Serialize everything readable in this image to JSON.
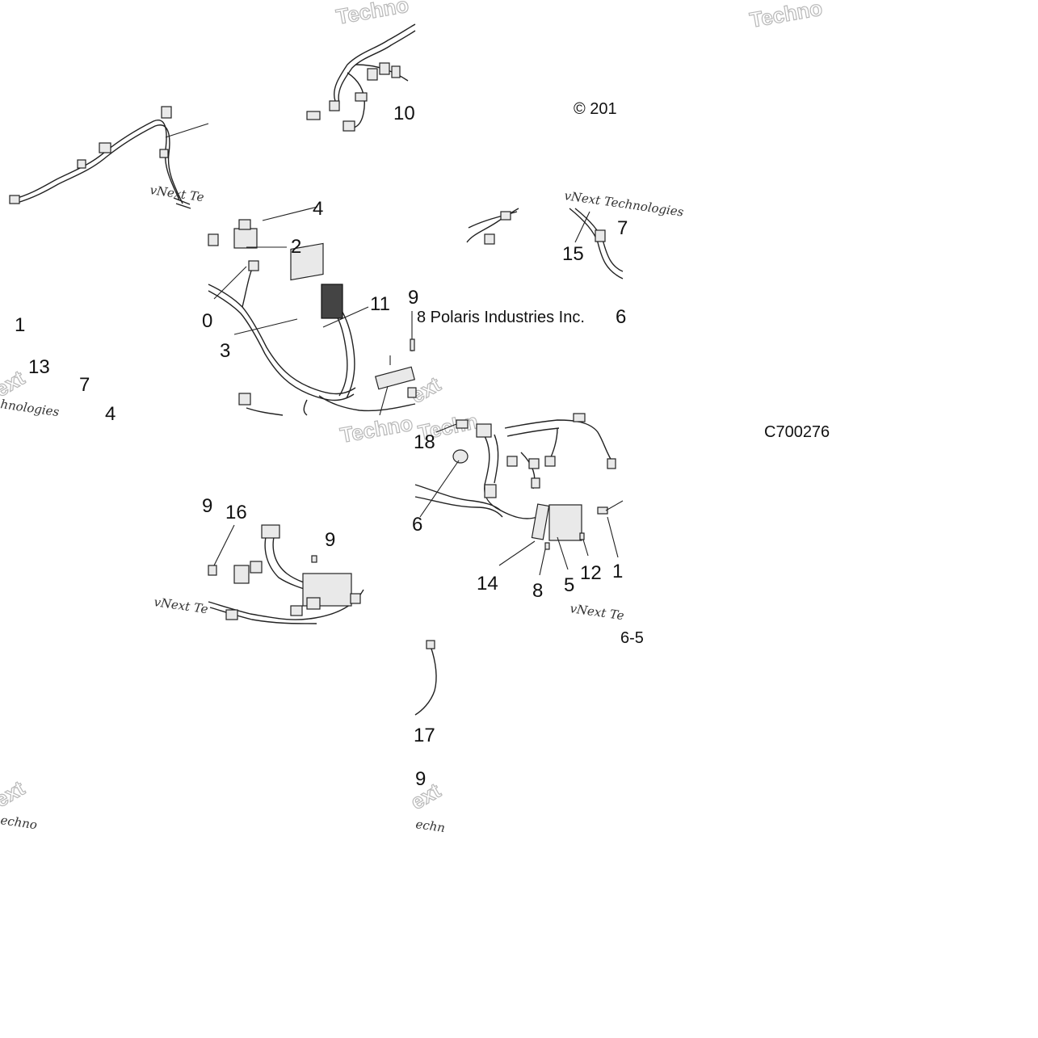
{
  "colors": {
    "background": "#ffffff",
    "ink": "#111111",
    "watermark": "#b8b8b8"
  },
  "copyright": {
    "left": "© 201",
    "right": "8 Polaris Industries Inc."
  },
  "figure_code": "C700276",
  "page_ref": "6-5",
  "callouts": {
    "c1": "1",
    "c2": "2",
    "c3": "3",
    "c4a": "4",
    "c4b": "4",
    "c5": "5",
    "c6a": "6",
    "c6b": "6",
    "c7a": "7",
    "c7b": "7",
    "c8": "8",
    "c9a": "9",
    "c9b": "9",
    "c9c": "9",
    "c9d": "9",
    "c10a": "10",
    "c10b": "0",
    "c11": "11",
    "c12": "12",
    "c13": "13",
    "c14": "14",
    "c15": "15",
    "c16": "16",
    "c17": "17",
    "c18": "18",
    "c1b": "1"
  },
  "watermarks": {
    "brand_big": "Techno",
    "brand_small_1": "vNext Te",
    "brand_small_2": "vNext Technologies",
    "brand_small_3": "hnologies",
    "brand_small_4": "vNext Te",
    "brand_small_5": "echno",
    "brand_small_6": "Techno",
    "brand_small_7": "Techn",
    "brand_small_8": "ext",
    "brand_small_9": "echn"
  }
}
